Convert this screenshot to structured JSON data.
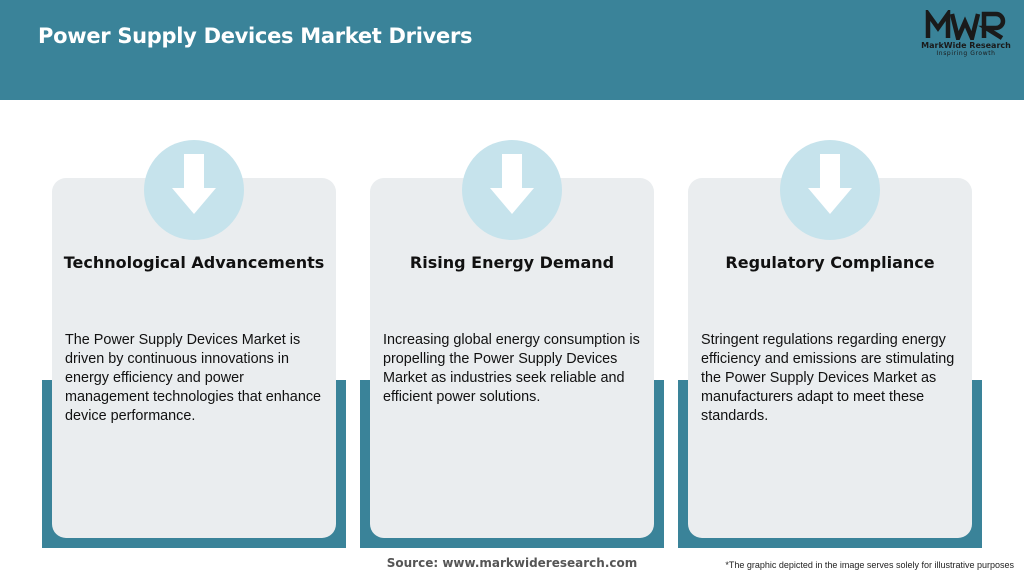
{
  "header": {
    "title": "Power Supply Devices Market Drivers",
    "logo_name": "MarkWide Research",
    "logo_tagline": "Inspiring Growth",
    "logo_mark": "MWR"
  },
  "colors": {
    "header_bg": "#3a8399",
    "card_bg": "#eaedef",
    "circle_bg": "#c6e3ec",
    "accent": "#3a8399"
  },
  "cards": [
    {
      "icon": "arrow-down-icon",
      "title": "Technological Advancements",
      "body": "The Power Supply Devices Market is driven by continuous innovations in energy efficiency and power management technologies that enhance device performance."
    },
    {
      "icon": "arrow-down-icon",
      "title": "Rising Energy Demand",
      "body": "Increasing global energy consumption is propelling the Power Supply Devices Market as industries seek reliable and efficient power solutions."
    },
    {
      "icon": "arrow-down-icon",
      "title": "Regulatory Compliance",
      "body": "Stringent regulations regarding energy efficiency and emissions are stimulating the Power Supply Devices Market as manufacturers adapt to meet these standards."
    }
  ],
  "footer": {
    "source": "Source: www.markwideresearch.com",
    "disclaimer": "*The graphic depicted in the image serves solely for illustrative purposes"
  }
}
